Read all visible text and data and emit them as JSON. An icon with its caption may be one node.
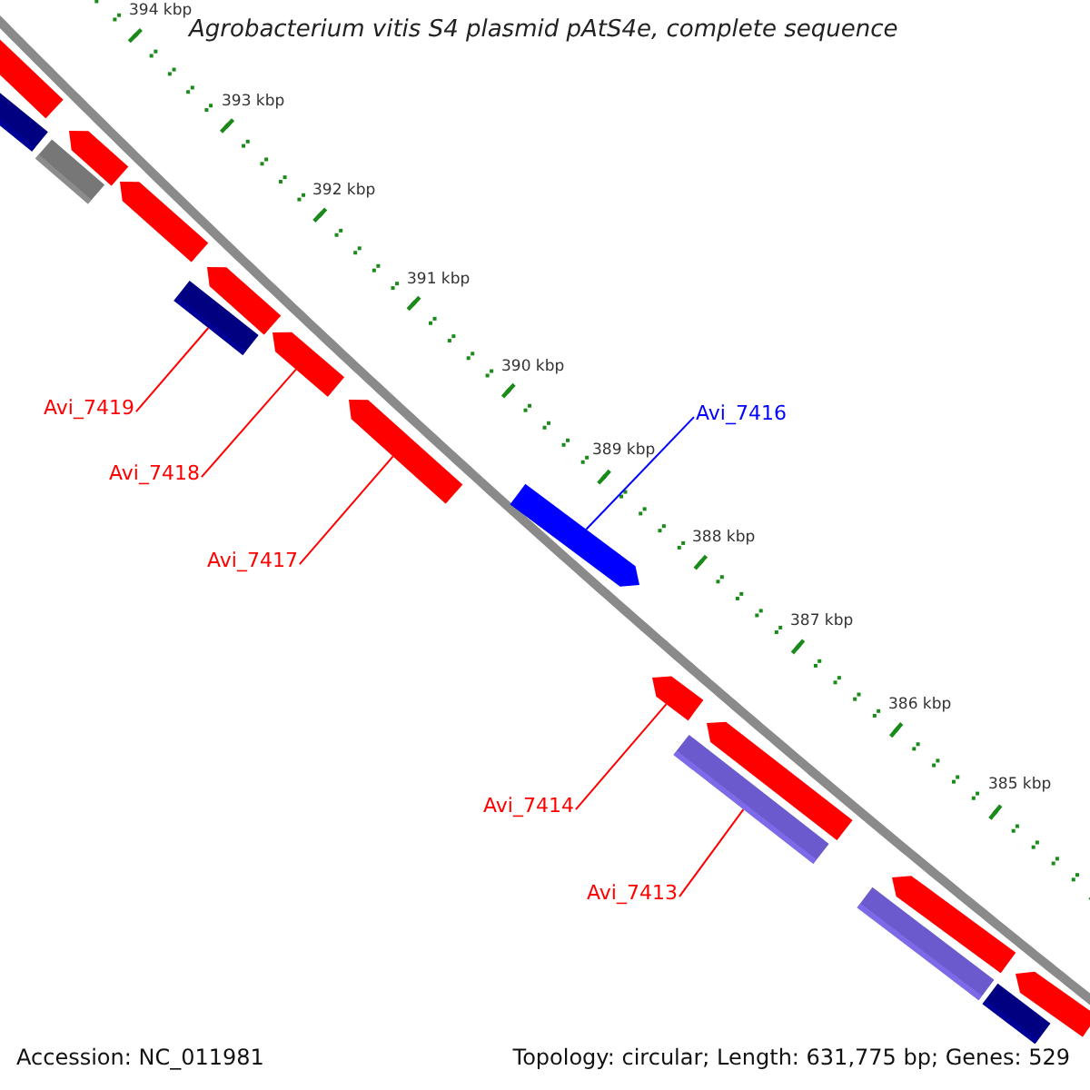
{
  "diagram": {
    "title": "Agrobacterium vitis S4 plasmid pAtS4e, complete sequence",
    "nodes": [
      {
        "text": [
          "Avi_7419"
        ]
      },
      {
        "text": [
          "Avi_7416"
        ]
      },
      {
        "text": [
          "Avi_7418"
        ]
      },
      {
        "text": [
          "Avi_7417"
        ]
      },
      {
        "text": [
          "Avi_7414"
        ]
      },
      {
        "text": [
          "Avi_7413"
        ]
      },
      {
        "text": [],
        "shape": "bar"
      },
      {
        "text": [],
        "shape": "bar"
      },
      {
        "text": [],
        "shape": "bar"
      },
      {
        "text": [],
        "shape": "arrow"
      },
      {
        "text": [],
        "shape": "arrow"
      },
      {
        "text": [],
        "shape": "bar"
      },
      {
        "text": [],
        "shape": "arrow"
      },
      {
        "text": [],
        "shape": "arrow"
      },
      {
        "text": [],
        "shape": "arrow"
      },
      {
        "text": [],
        "shape": "arrow"
      },
      {
        "text": [],
        "shape": "arrow"
      },
      {
        "text": [],
        "shape": "bar"
      },
      {
        "text": [],
        "shape": "arrow"
      },
      {
        "text": [],
        "shape": "bar"
      },
      {
        "text": [],
        "shape": "arrow"
      },
      {
        "text": [],
        "shape": "bar"
      },
      {
        "text": [],
        "shape": "arrow"
      }
    ],
    "edges": [
      {
        "from": 0,
        "to": 11,
        "arrow": "none"
      },
      {
        "from": 1,
        "to": 15,
        "arrow": "none",
        "color": "#0000ff"
      },
      {
        "from": 2,
        "to": 13,
        "arrow": "none"
      },
      {
        "from": 3,
        "to": 14,
        "arrow": "none"
      },
      {
        "from": 4,
        "to": 16,
        "arrow": "none"
      },
      {
        "from": 5,
        "to": 17,
        "arrow": "none"
      }
    ],
    "labels": [
      "394 kbp",
      "393 kbp",
      "392 kbp",
      "391 kbp",
      "390 kbp",
      "389 kbp",
      "388 kbp",
      "387 kbp",
      "386 kbp",
      "385 kbp",
      "Accession: NC_011981",
      "Topology: circular; Length: 631,775 bp; Genes: 529"
    ]
  }
}
